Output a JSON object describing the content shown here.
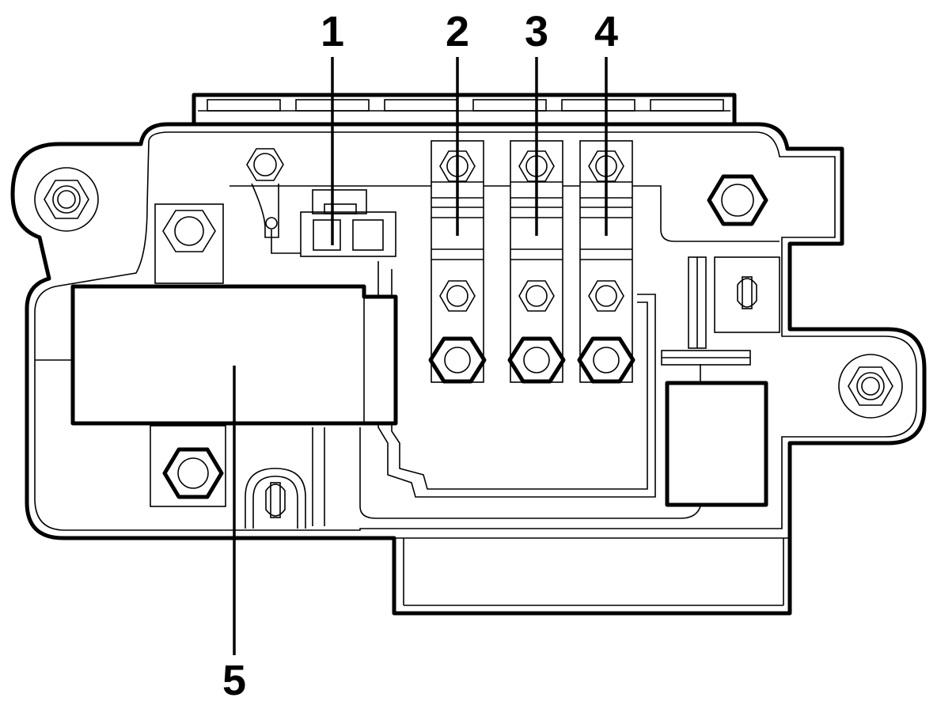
{
  "diagram": {
    "colors": {
      "line": "#000000",
      "background": "#ffffff"
    },
    "callouts": [
      {
        "id": "1",
        "label": "1"
      },
      {
        "id": "2",
        "label": "2"
      },
      {
        "id": "3",
        "label": "3"
      },
      {
        "id": "4",
        "label": "4"
      },
      {
        "id": "5",
        "label": "5"
      }
    ]
  }
}
